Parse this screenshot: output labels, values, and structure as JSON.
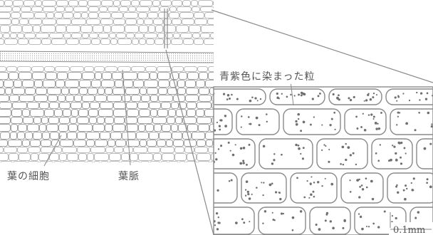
{
  "labels": {
    "leaf_cell": "葉の細胞",
    "leaf_vein": "葉脈",
    "stained_grains": "青紫色に染まった粒",
    "scale": "0.1mm"
  },
  "colors": {
    "line": "#8a8a8a",
    "dots": "#6f6f6f",
    "vein": "#b5b5b5",
    "text": "#555555"
  }
}
